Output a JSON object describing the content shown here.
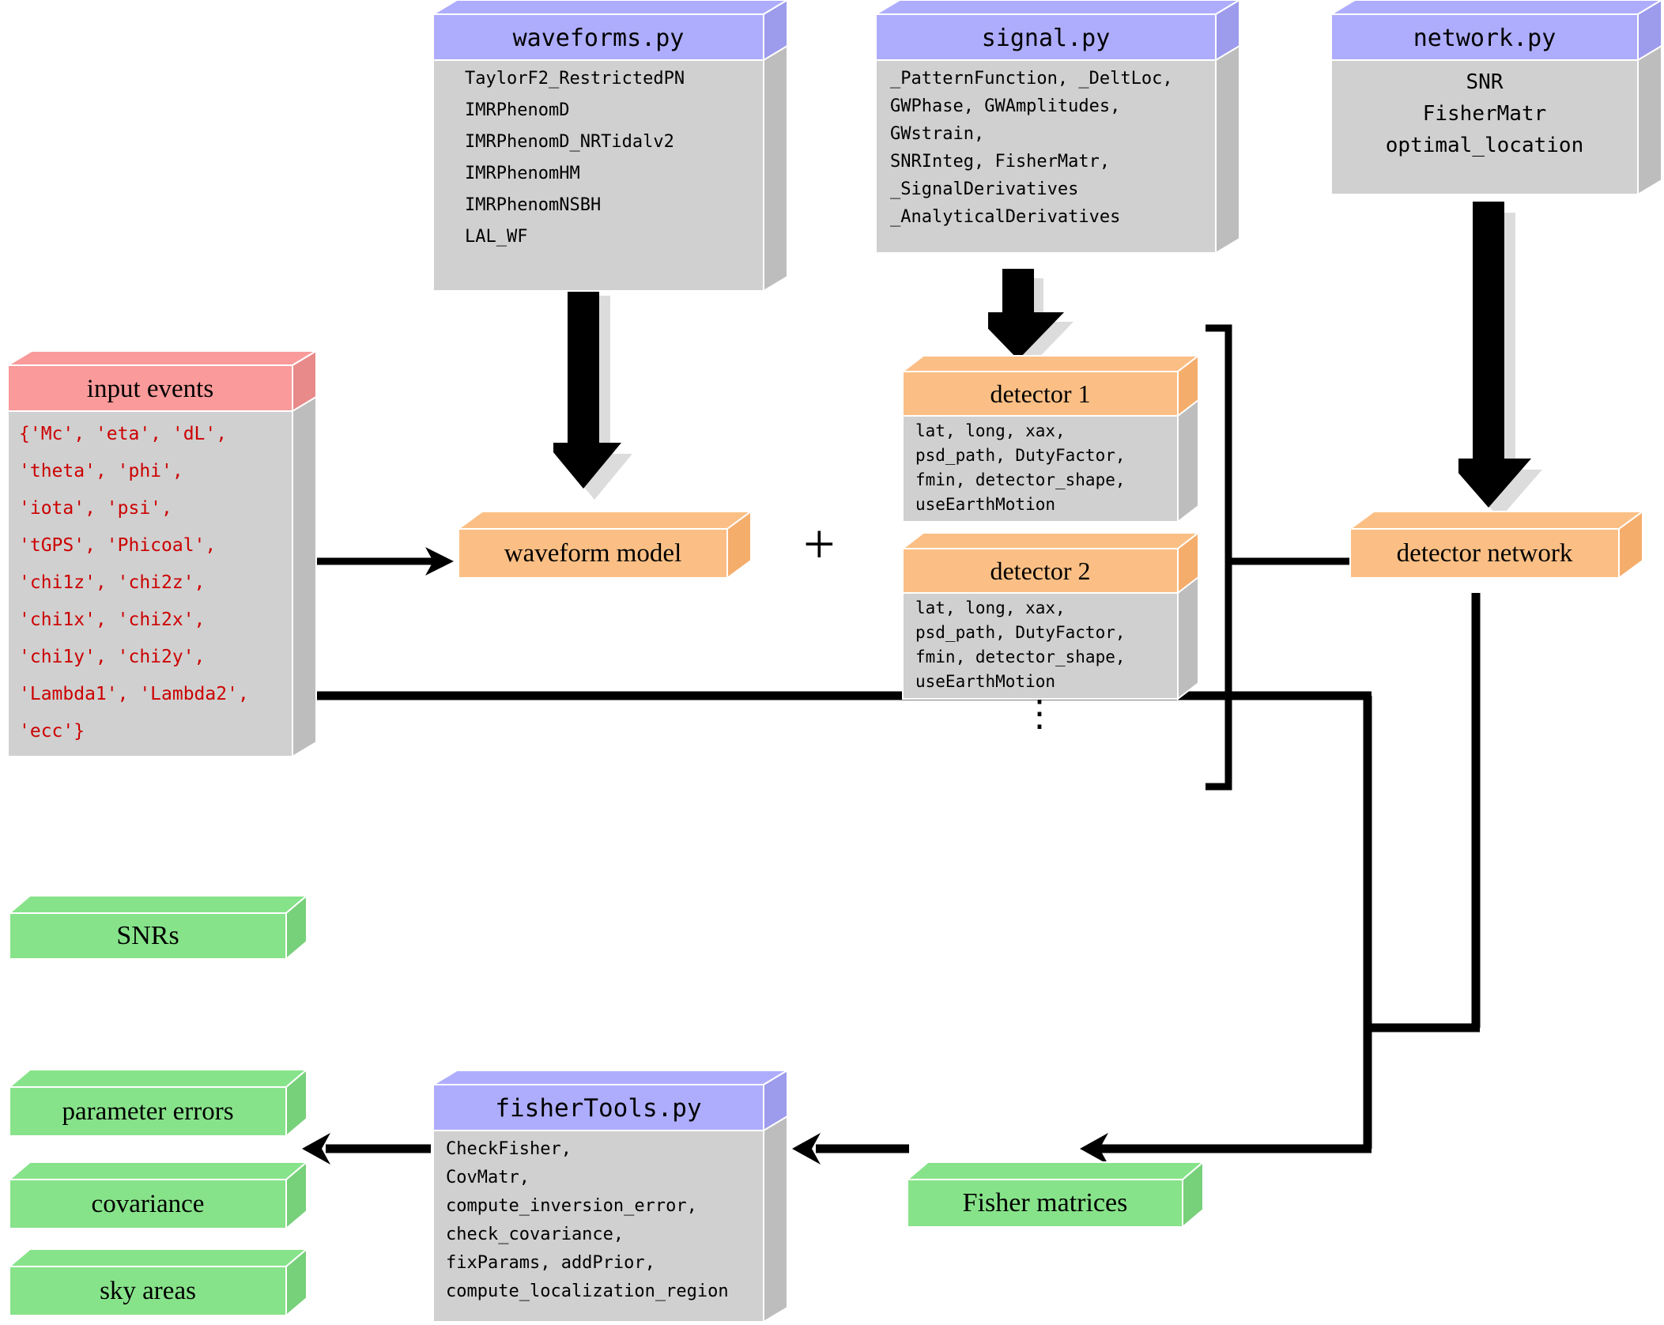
{
  "diagram": {
    "title": "GWFAST code structure flowchart",
    "colors": {
      "module_header": "#aeadfd",
      "input_header": "#fa9a9a",
      "object_header": "#fbbf85",
      "output_box": "#87e38a",
      "body": "#d0d0d0",
      "code_red": "#cc0000",
      "line": "#000000"
    }
  },
  "modules": {
    "waveforms": {
      "title": "waveforms.py",
      "items": [
        "TaylorF2_RestrictedPN",
        "IMRPhenomD",
        "IMRPhenomD_NRTidalv2",
        "IMRPhenomHM",
        "IMRPhenomNSBH",
        "LAL_WF"
      ]
    },
    "signal": {
      "title": "signal.py",
      "lines": [
        "_PatternFunction, _DeltLoc,",
        "GWPhase, GWAmplitudes,",
        "GWstrain,",
        "SNRInteg, FisherMatr,",
        "_SignalDerivatives",
        "_AnalyticalDerivatives"
      ]
    },
    "network": {
      "title": "network.py",
      "lines": [
        "SNR",
        "FisherMatr",
        "optimal_location"
      ]
    },
    "fisherTools": {
      "title": "fisherTools.py",
      "lines": [
        "CheckFisher,",
        "CovMatr,",
        "compute_inversion_error,",
        "check_covariance,",
        "fixParams, addPrior,",
        "compute_localization_region"
      ]
    }
  },
  "input_events": {
    "title": "input events",
    "lines": [
      "{'Mc', 'eta', 'dL',",
      " 'theta', 'phi',",
      " 'iota', 'psi',",
      " 'tGPS', 'Phicoal',",
      " 'chi1z', 'chi2z',",
      " 'chi1x', 'chi2x',",
      " 'chi1y', 'chi2y',",
      " 'Lambda1', 'Lambda2',",
      " 'ecc'}"
    ]
  },
  "objects": {
    "waveform_model": {
      "title": "waveform model"
    },
    "detector_network": {
      "title": "detector network"
    },
    "detector1": {
      "title": "detector 1",
      "lines": [
        "lat, long, xax,",
        "psd_path, DutyFactor,",
        "fmin, detector_shape,",
        "useEarthMotion"
      ]
    },
    "detector2": {
      "title": "detector 2",
      "lines": [
        "lat, long, xax,",
        "psd_path, DutyFactor,",
        "fmin, detector_shape,",
        "useEarthMotion"
      ]
    },
    "detector_ellipsis": "⋮"
  },
  "outputs": {
    "snrs": "SNRs",
    "parameter_errors": "parameter errors",
    "covariance": "covariance",
    "sky_areas": "sky areas",
    "fisher_matrices": "Fisher matrices"
  },
  "symbols": {
    "plus": "+"
  }
}
